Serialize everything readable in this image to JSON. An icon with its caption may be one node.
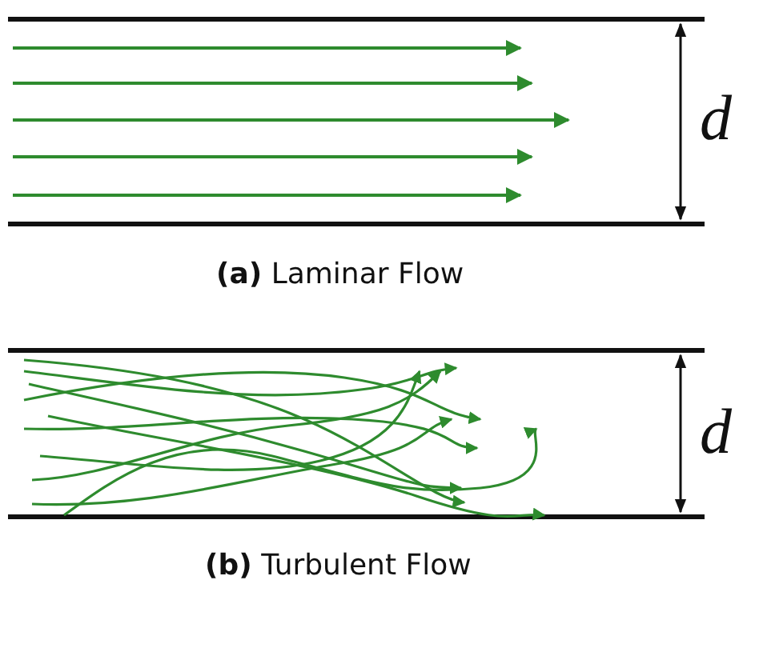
{
  "diagram": {
    "labels": [
      "d",
      "**(a)** Laminar Flow",
      "d",
      "**(b)** Turbulent Flow"
    ]
  }
}
